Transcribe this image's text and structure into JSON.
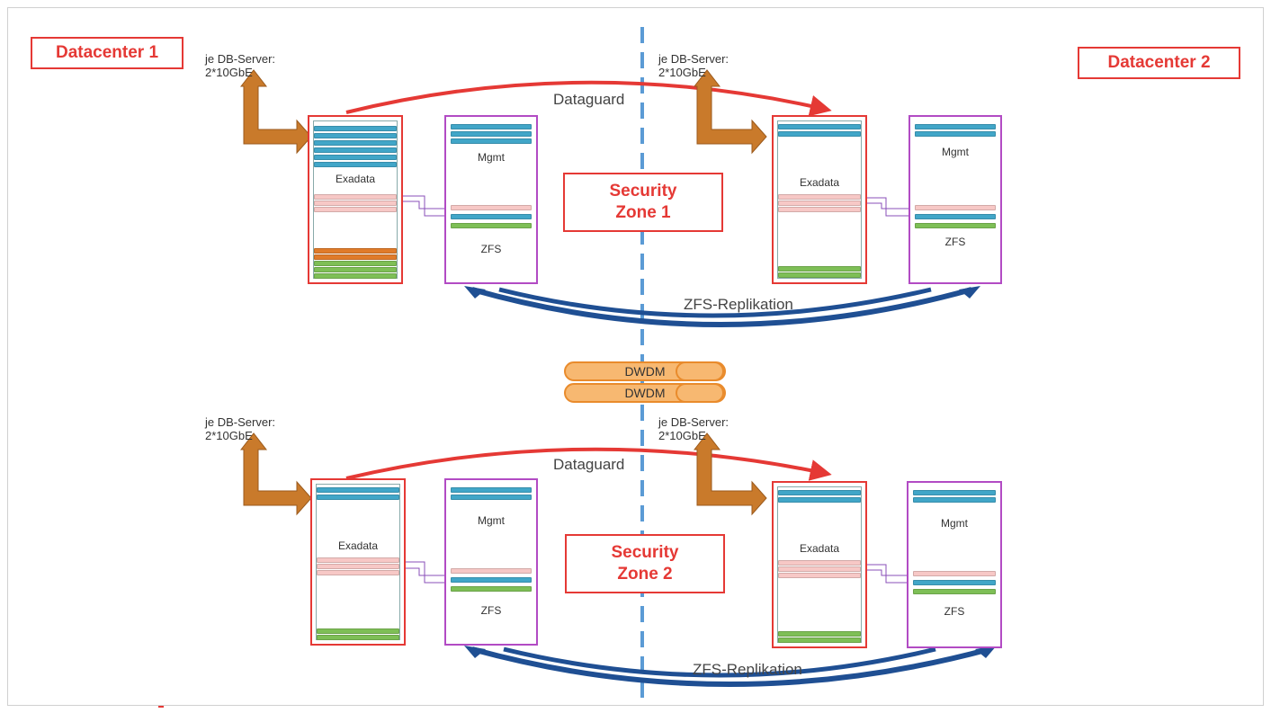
{
  "datacenters": {
    "dc1": "Datacenter 1",
    "dc2": "Datacenter 2"
  },
  "notes": {
    "tl": "je DB-Server:\n2*10GbE",
    "tr": "je DB-Server:\n2*10GbE",
    "bl": "je DB-Server:\n2*10GbE",
    "br": "je DB-Server:\n2*10GbE"
  },
  "flows": {
    "dataguard_top": "Dataguard",
    "dataguard_bottom": "Dataguard",
    "zfs_top": "ZFS-Replikation",
    "zfs_bottom": "ZFS-Replikation"
  },
  "zones": {
    "zone1": {
      "line1": "Security",
      "line2": "Zone 1"
    },
    "zone2": {
      "line1": "Security",
      "line2": "Zone 2"
    }
  },
  "racks": {
    "exadata_label": "Exadata",
    "mgmt_label": "Mgmt",
    "zfs_label": "ZFS"
  },
  "dwdm": [
    "DWDM",
    "DWDM"
  ],
  "colors": {
    "red": "#e53935",
    "purple": "#b24bc4",
    "blue_arc": "#1f4f93",
    "orange_arrow": "#c97a2b",
    "divider": "#5b9bd5",
    "dwdm_fill": "#f7b871"
  }
}
